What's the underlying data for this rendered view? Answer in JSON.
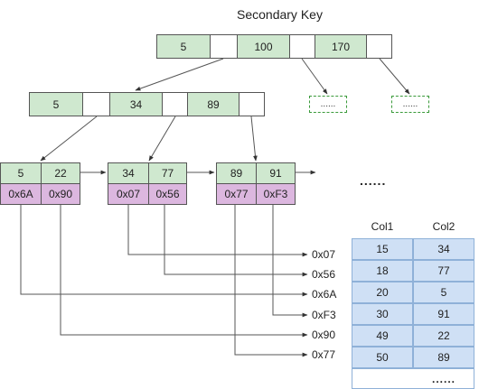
{
  "title": "Secondary Key",
  "root_keys": [
    "5",
    "100",
    "170"
  ],
  "level2_keys": [
    "5",
    "34",
    "89"
  ],
  "leaf_nodes": [
    {
      "keys": [
        "5",
        "22"
      ],
      "ptrs": [
        "0x6A",
        "0x90"
      ]
    },
    {
      "keys": [
        "34",
        "77"
      ],
      "ptrs": [
        "0x07",
        "0x56"
      ]
    },
    {
      "keys": [
        "89",
        "91"
      ],
      "ptrs": [
        "0x77",
        "0xF3"
      ]
    }
  ],
  "child_placeholder": "......",
  "more_leaves": "......",
  "row_addresses": [
    "0x07",
    "0x56",
    "0x6A",
    "0xF3",
    "0x90",
    "0x77"
  ],
  "table": {
    "columns": [
      "Col1",
      "Col2"
    ],
    "rows": [
      [
        "15",
        "34"
      ],
      [
        "18",
        "77"
      ],
      [
        "20",
        "5"
      ],
      [
        "30",
        "91"
      ],
      [
        "49",
        "22"
      ],
      [
        "50",
        "89"
      ]
    ],
    "more": "......"
  }
}
